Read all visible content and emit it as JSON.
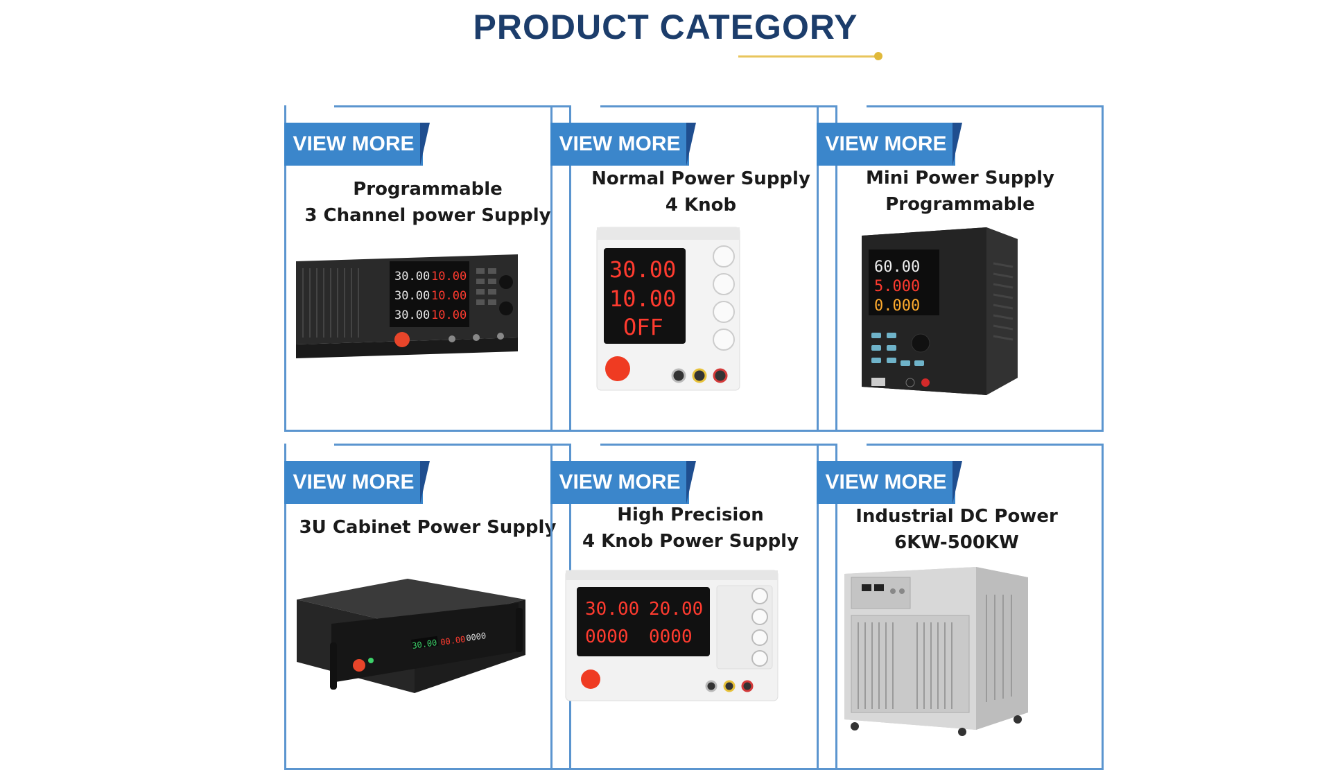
{
  "heading": "PRODUCT CATEGORY",
  "view_more_label": "VIEW MORE",
  "products": [
    {
      "line1": "Programmable",
      "line2": "3 Channel power Supply"
    },
    {
      "line1": "Normal Power Supply",
      "line2": "4 Knob"
    },
    {
      "line1": "Mini Power Supply",
      "line2": "Programmable"
    },
    {
      "line1": "3U Cabinet Power Supply",
      "line2": ""
    },
    {
      "line1": "High Precision",
      "line2": "4 Knob Power Supply"
    },
    {
      "line1": "Industrial DC Power",
      "line2": "6KW-500KW"
    }
  ],
  "displays": {
    "p1": [
      "30.00",
      "10.00",
      "30.00",
      "10.00",
      "30.00",
      "10.00"
    ],
    "p2": [
      "30.00",
      "10.00",
      "OFF"
    ],
    "p3": [
      "60.00",
      "5.000",
      "0.000"
    ],
    "p4": [
      "30.00",
      "00.00",
      "0000"
    ],
    "p5": [
      "30.00",
      "20.00",
      "0000",
      "0000"
    ]
  },
  "colors": {
    "accent": "#3b86cb",
    "accent_dark": "#1f4e8f",
    "border": "#5b95cf",
    "heading": "#1c3d6b",
    "underline": "#e8c55c"
  }
}
